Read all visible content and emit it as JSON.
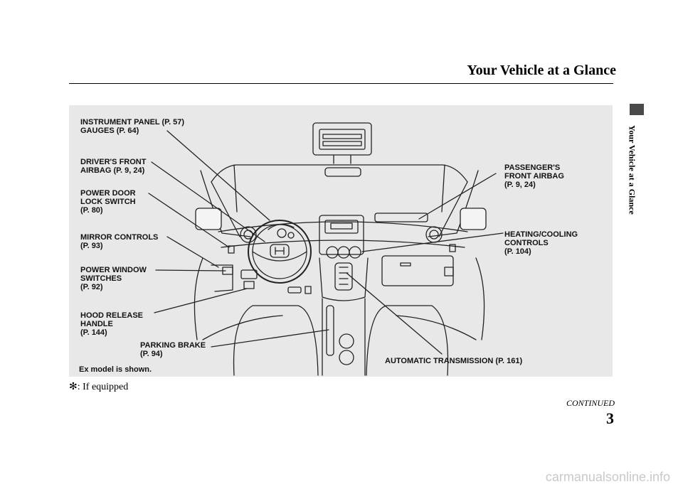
{
  "header": {
    "title": "Your Vehicle at a Glance"
  },
  "side_tab": {
    "label": "Your Vehicle at a Glance"
  },
  "figure": {
    "labels": {
      "instrument_panel": [
        "INSTRUMENT PANEL (P. 57)",
        "GAUGES (P. 64)"
      ],
      "drivers_front_airbag": [
        "DRIVER'S FRONT",
        "AIRBAG (P. 9, 24)"
      ],
      "power_door_lock": [
        "POWER DOOR",
        "LOCK SWITCH",
        "(P. 80)"
      ],
      "mirror_controls": [
        "MIRROR CONTROLS",
        "(P. 93)"
      ],
      "power_window": [
        "POWER WINDOW",
        "SWITCHES",
        "(P. 92)"
      ],
      "hood_release": [
        "HOOD RELEASE",
        "HANDLE",
        "(P. 144)"
      ],
      "parking_brake": [
        "PARKING BRAKE",
        "(P. 94)"
      ],
      "passengers_airbag": [
        "PASSENGER'S",
        "FRONT AIRBAG",
        "(P. 9, 24)"
      ],
      "heating_cooling": [
        "HEATING/COOLING",
        "CONTROLS",
        "(P. 104)"
      ],
      "automatic_transmission": [
        "AUTOMATIC TRANSMISSION (P. 161)"
      ]
    },
    "model_note": "Ex model is shown."
  },
  "footnote": {
    "symbol": "✻",
    "text": ": If equipped"
  },
  "continued": "CONTINUED",
  "page_number": "3",
  "watermark": "carmanualsonline.info"
}
